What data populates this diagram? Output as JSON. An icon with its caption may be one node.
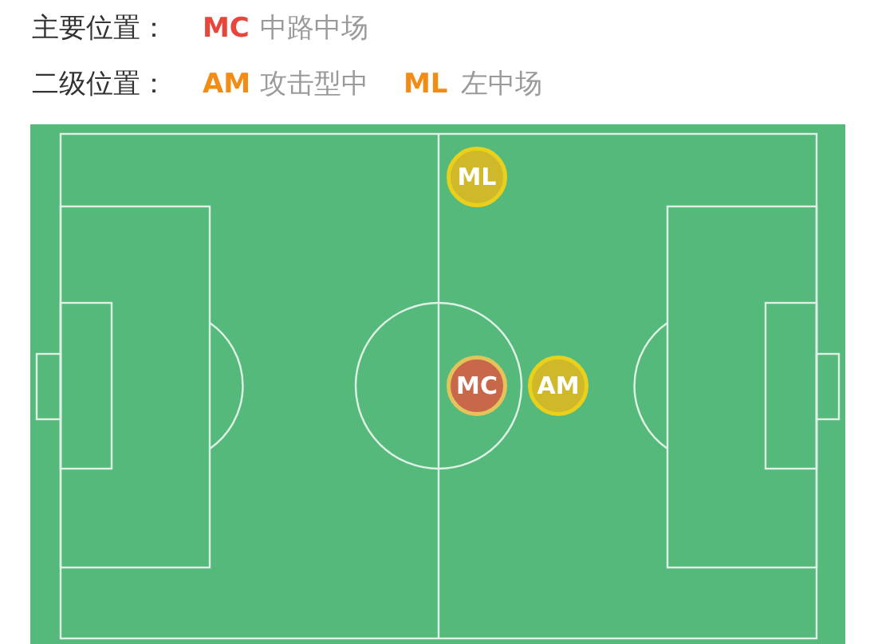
{
  "diagram": {
    "nodes": [
      {
        "text": [
          "ML"
        ]
      },
      {
        "text": [
          "MC"
        ]
      },
      {
        "text": [
          "AM"
        ]
      }
    ],
    "labels": [
      "主要位置：",
      "MC",
      "中路中场",
      "二级位置：",
      "AM",
      "攻击型中",
      "ML",
      "左中场"
    ]
  }
}
